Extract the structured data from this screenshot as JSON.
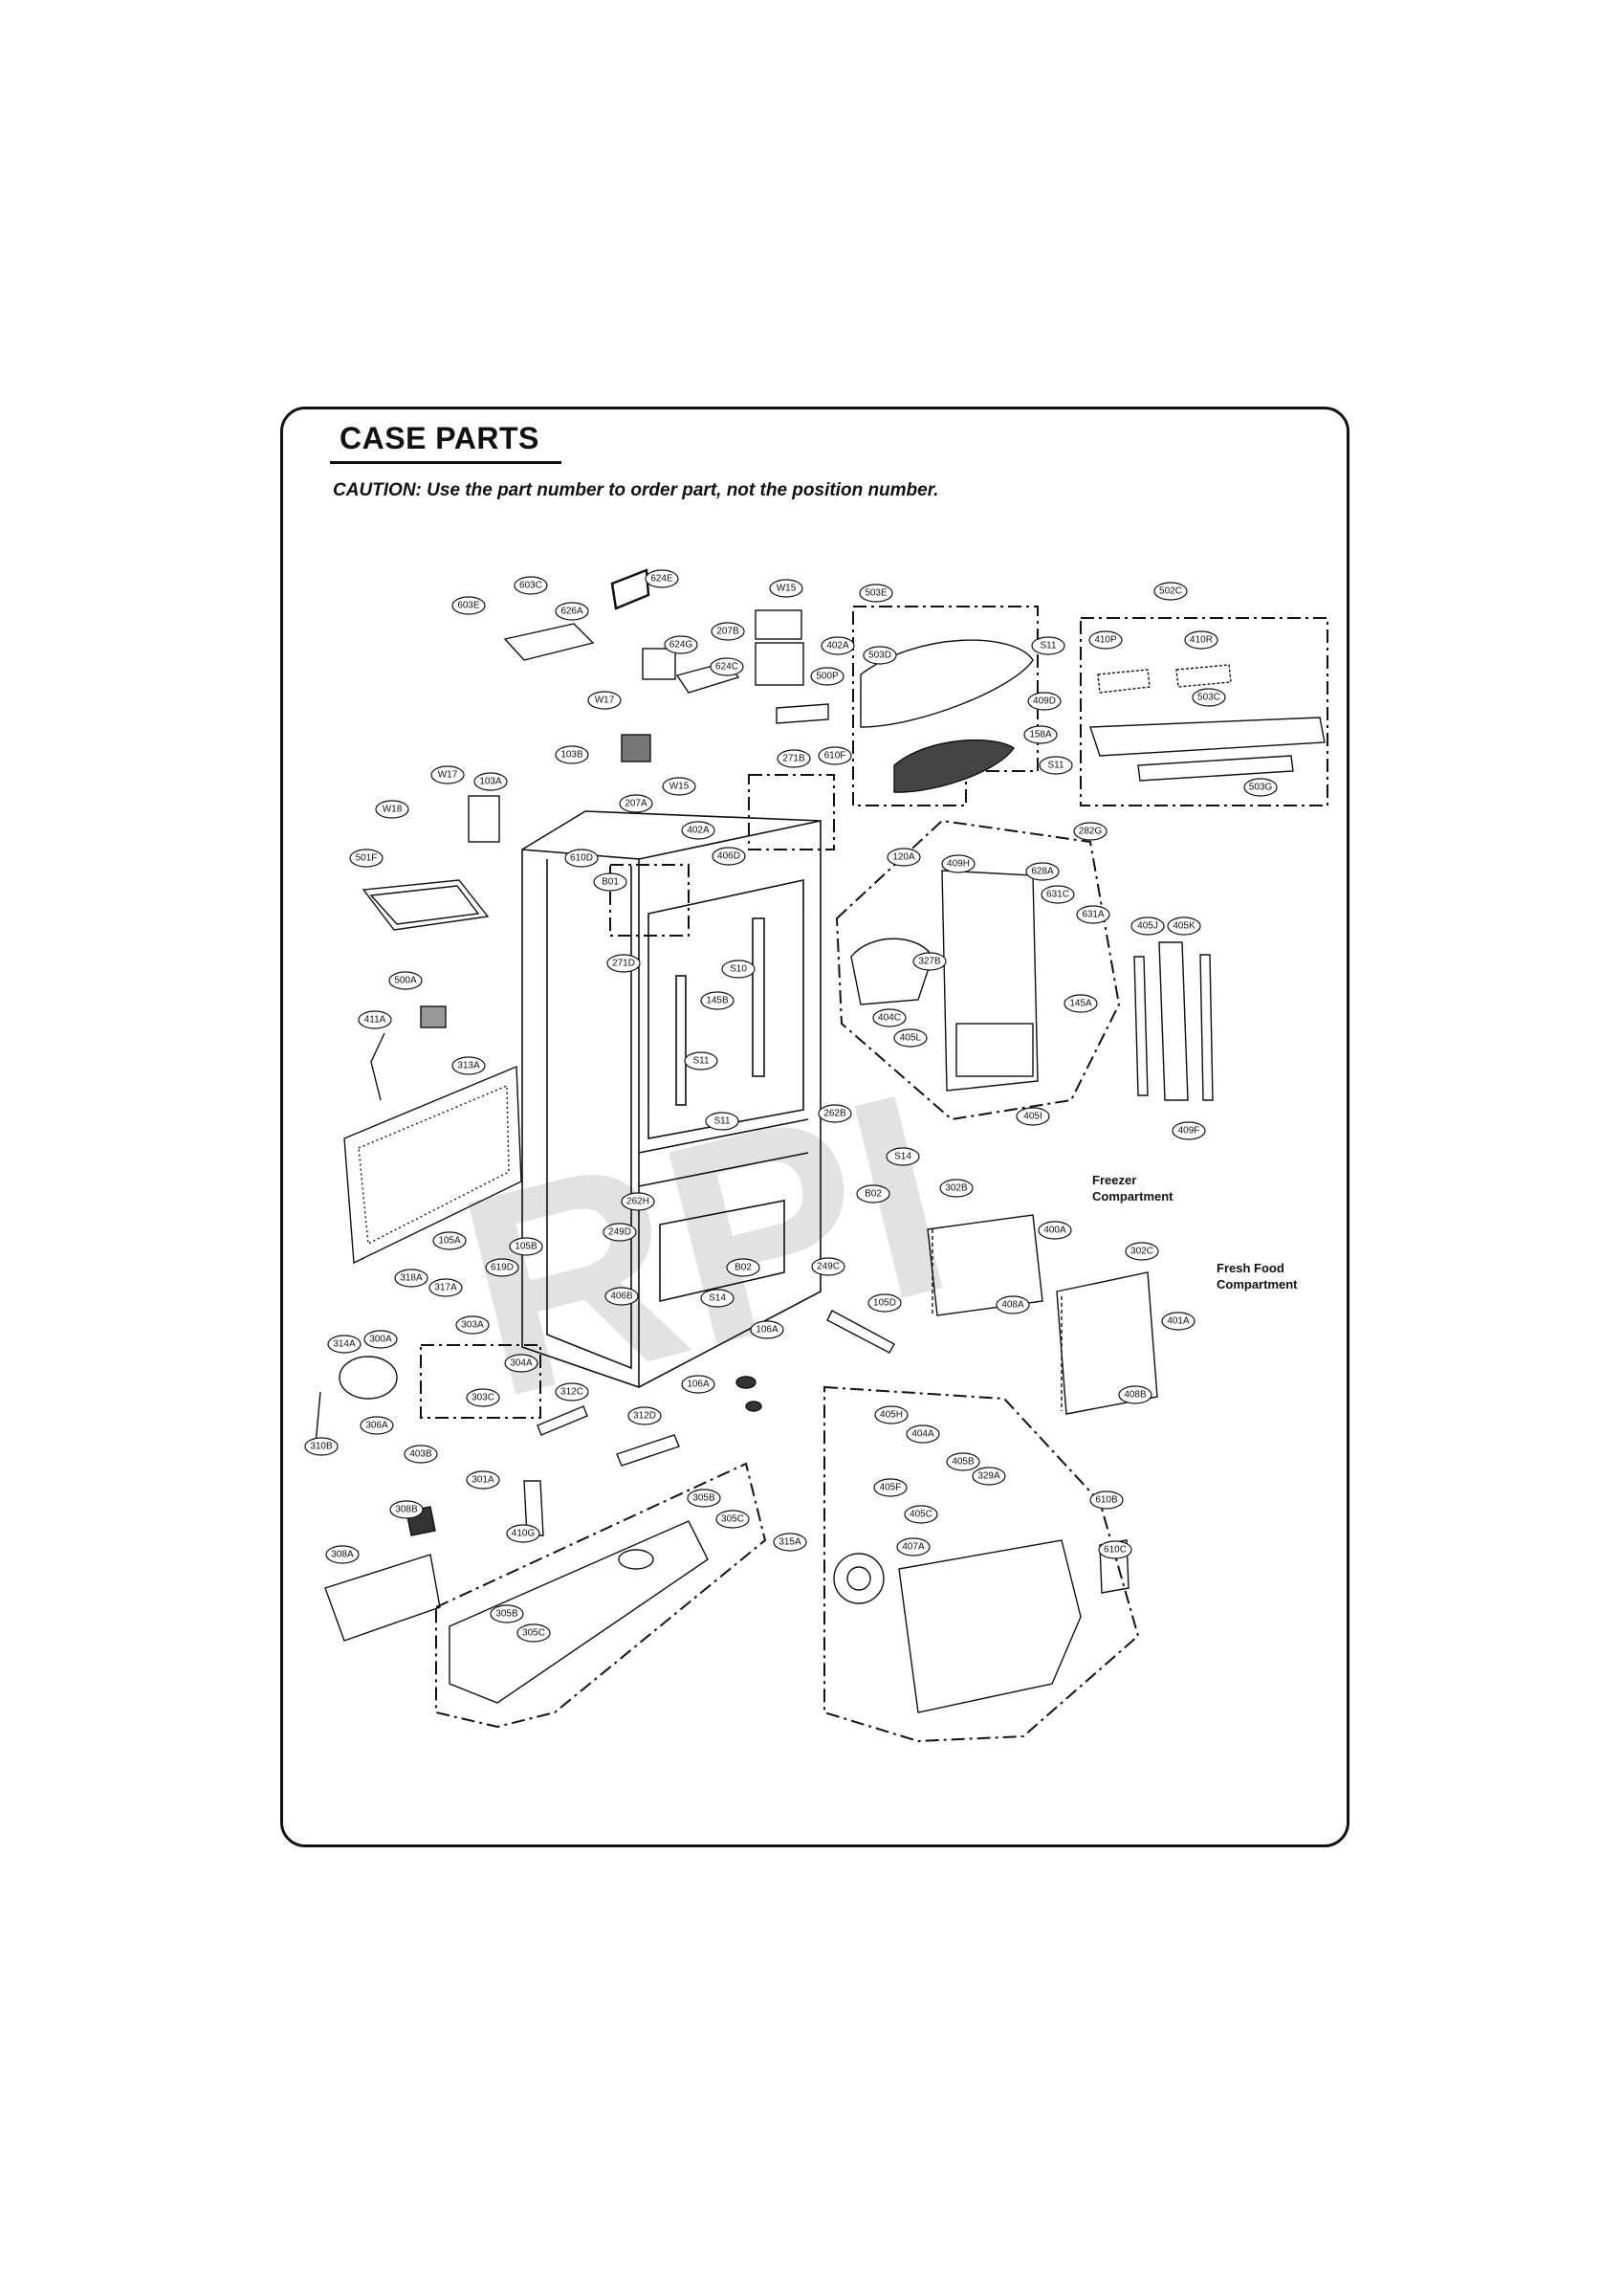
{
  "header": {
    "title": "CASE PARTS",
    "caution": "CAUTION: Use the part number to order part, not the position number."
  },
  "watermark": "RPI",
  "zones": {
    "freezer": [
      "Freezer",
      "Compartment"
    ],
    "fresh_food": [
      "Fresh Food",
      "Compartment"
    ]
  },
  "callouts": {
    "c603C": "603C",
    "c624E": "624E",
    "cW15a": "W15",
    "c603E": "603E",
    "c626A": "626A",
    "c207B": "207B",
    "c402A1": "402A",
    "c624G": "624G",
    "c624C": "624C",
    "c500P": "500P",
    "cW17": "W17",
    "c610F": "610F",
    "c103B": "103B",
    "c271B": "271B",
    "cW17b": "W17",
    "c103A": "103A",
    "cW15b": "W15",
    "c207A": "207A",
    "cW18": "W18",
    "c402A2": "402A",
    "c406D": "406D",
    "c610D": "610D",
    "c501F": "501F",
    "cB01": "B01",
    "c271D": "271D",
    "c503E": "503E",
    "c503D": "503D",
    "cS11a": "S11",
    "c409D": "409D",
    "c158A": "158A",
    "cS11b": "S11",
    "c502C": "502C",
    "c410P": "410P",
    "c410R": "410R",
    "c503C": "503C",
    "c503G": "503G",
    "c282G": "282G",
    "c120A": "120A",
    "c409H": "409H",
    "c628A": "628A",
    "c631C": "631C",
    "c631A": "631A",
    "c405J": "405J",
    "c405K": "405K",
    "c327B": "327B",
    "c145A": "145A",
    "c404C": "404C",
    "c405L": "405L",
    "c405I": "405I",
    "c409F": "409F",
    "c500A": "500A",
    "c411A": "411A",
    "c313A": "313A",
    "cS10": "S10",
    "c145B": "145B",
    "cS11c": "S11",
    "cS11d": "S11",
    "c262B": "262B",
    "cS14a": "S14",
    "cB02a": "B02",
    "c302B": "302B",
    "c400A": "400A",
    "c408A": "408A",
    "c302C": "302C",
    "c401A": "401A",
    "c408B": "408B",
    "c105A": "105A",
    "c105B": "105B",
    "c262H": "262H",
    "c249D": "249D",
    "c619D": "619D",
    "c318A": "318A",
    "c317A": "317A",
    "cB02b": "B02",
    "c249C": "249C",
    "c406B": "406B",
    "cS14b": "S14",
    "c105D": "105D",
    "c303A": "303A",
    "c314A": "314A",
    "c300A": "300A",
    "c304A": "304A",
    "c303C": "303C",
    "c312C": "312C",
    "c306A": "306A",
    "c106A1": "106A",
    "c106A2": "106A",
    "c310B": "310B",
    "c312D": "312D",
    "c403B": "403B",
    "c301A": "301A",
    "c308B": "308B",
    "c410G": "410G",
    "c305B1": "305B",
    "c305C1": "305C",
    "c315A": "315A",
    "c308A": "308A",
    "c305B2": "305B",
    "c305C2": "305C",
    "c405H": "405H",
    "c404A": "404A",
    "c405B": "405B",
    "c329A": "329A",
    "c405F": "405F",
    "c405C": "405C",
    "c407A": "407A",
    "c610B": "610B",
    "c610C": "610C"
  }
}
